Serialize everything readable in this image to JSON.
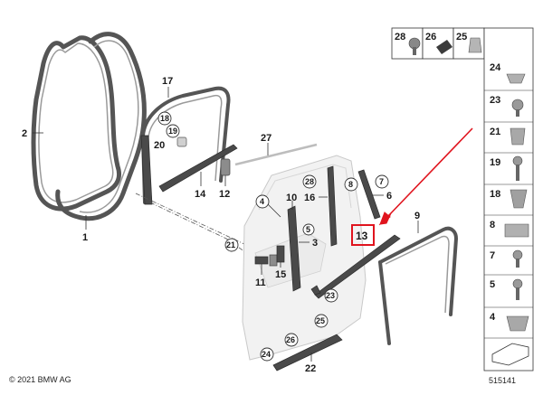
{
  "callouts": [
    {
      "id": "c2",
      "text": "2"
    },
    {
      "id": "c1",
      "text": "1"
    },
    {
      "id": "c17",
      "text": "17"
    },
    {
      "id": "c18",
      "text": "18"
    },
    {
      "id": "c19",
      "text": "19"
    },
    {
      "id": "c20",
      "text": "20"
    },
    {
      "id": "c14",
      "text": "14"
    },
    {
      "id": "c12",
      "text": "12"
    },
    {
      "id": "c27",
      "text": "27"
    },
    {
      "id": "c4",
      "text": "4"
    },
    {
      "id": "c10",
      "text": "10"
    },
    {
      "id": "c28",
      "text": "28"
    },
    {
      "id": "c16",
      "text": "16"
    },
    {
      "id": "c8",
      "text": "8"
    },
    {
      "id": "c7",
      "text": "7"
    },
    {
      "id": "c6",
      "text": "6"
    },
    {
      "id": "c5",
      "text": "5"
    },
    {
      "id": "c3",
      "text": "3"
    },
    {
      "id": "c21",
      "text": "21"
    },
    {
      "id": "c11",
      "text": "11"
    },
    {
      "id": "c15",
      "text": "15"
    },
    {
      "id": "c13",
      "text": "13"
    },
    {
      "id": "c9",
      "text": "9"
    },
    {
      "id": "c23",
      "text": "23"
    },
    {
      "id": "c25",
      "text": "25"
    },
    {
      "id": "c26",
      "text": "26"
    },
    {
      "id": "c24",
      "text": "24"
    },
    {
      "id": "c22",
      "text": "22"
    }
  ],
  "parts_panel": {
    "top_row": [
      "28",
      "26",
      "25"
    ],
    "column": [
      "24",
      "23",
      "21",
      "19",
      "18",
      "8",
      "7",
      "5",
      "4"
    ]
  },
  "highlight": {
    "label": "13",
    "color": "#e0141e"
  },
  "footer": {
    "copyright": "© 2021 BMW AG",
    "diagram_number": "515141"
  },
  "colors": {
    "highlight_red": "#e0141e",
    "part_dark": "#4a4a4a",
    "seal_gray": "#555555"
  }
}
